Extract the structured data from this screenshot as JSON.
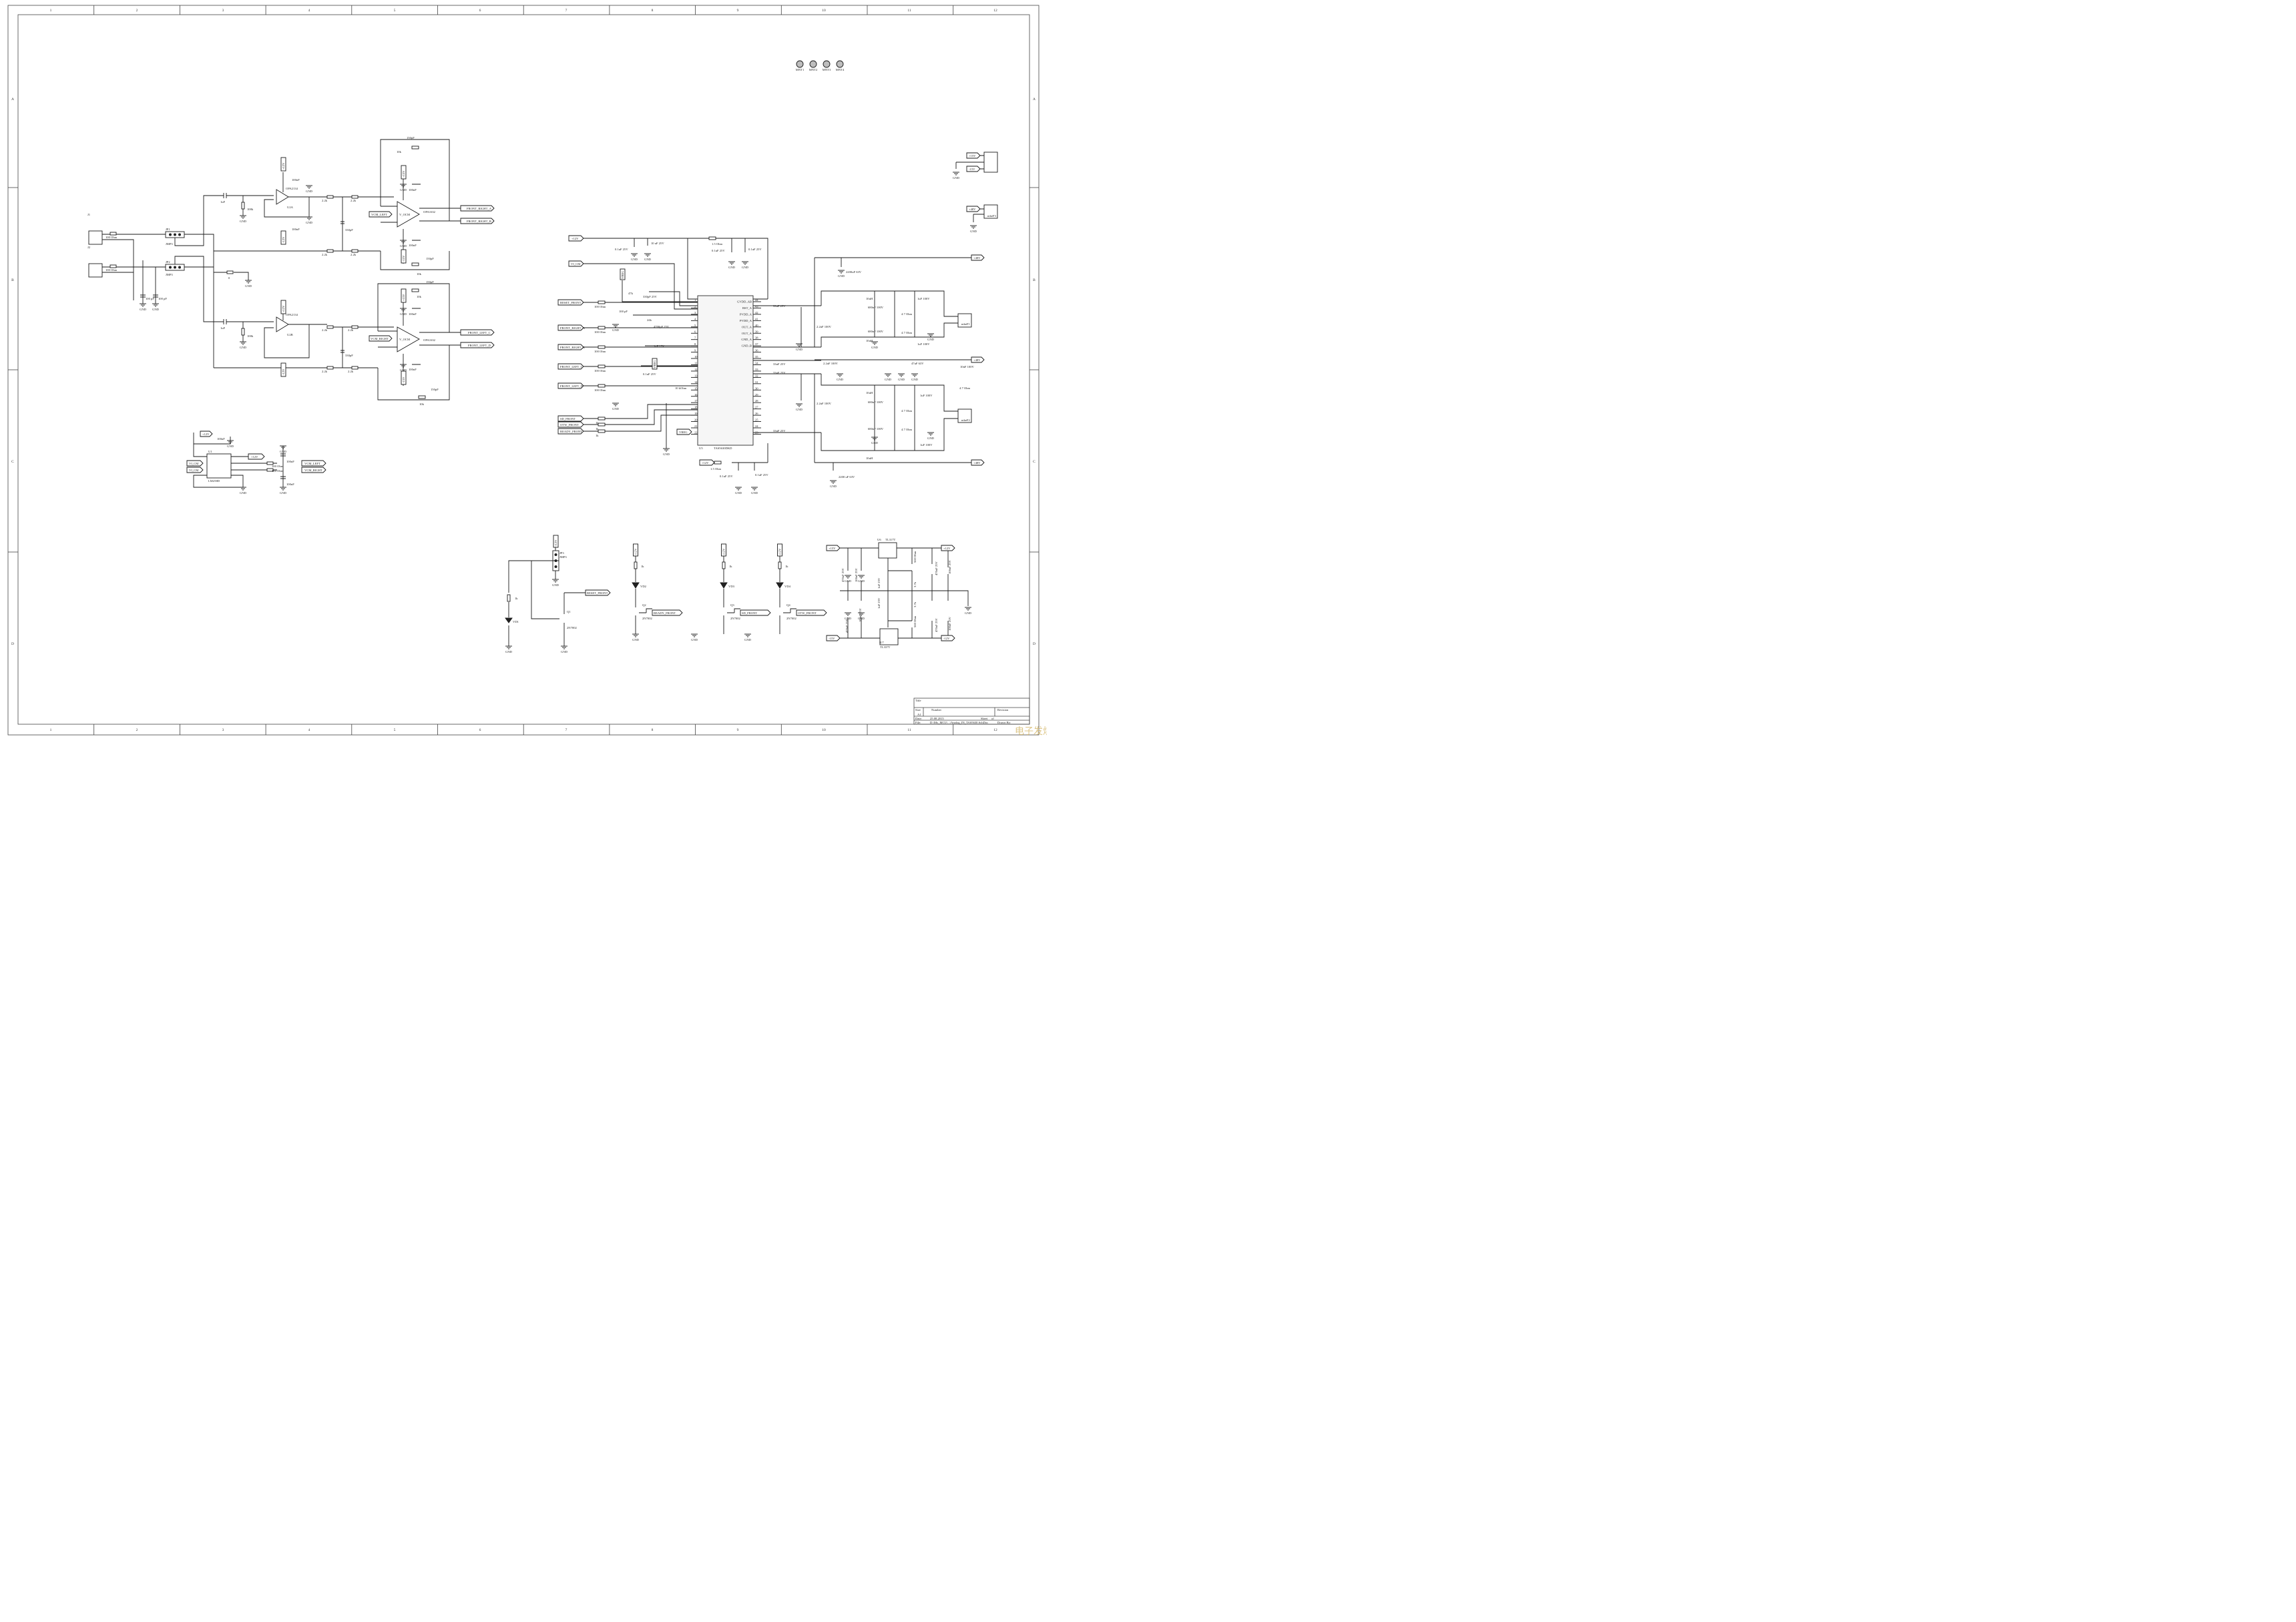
{
  "border": {
    "columns": [
      "1",
      "2",
      "3",
      "4",
      "5",
      "6",
      "7",
      "8",
      "9",
      "10",
      "11",
      "12"
    ],
    "rows": [
      "A",
      "B",
      "C",
      "D"
    ]
  },
  "mounting_holes": [
    "MNT1",
    "MNT2",
    "MNT3",
    "MNT4"
  ],
  "title_block": {
    "title_label": "Title",
    "size_label": "Size",
    "size_value": "A1",
    "number_label": "Number",
    "revision_label": "Revision",
    "date_label": "Date:",
    "date_value": "25.08.2015",
    "sheet_label": "Sheet",
    "of_label": "of",
    "file_label": "File:",
    "file_value": "D:\\My_MCU\\...\\Analog_IN_TAS5630.SchDoc",
    "drawn_label": "Drawn By:"
  },
  "input_section": {
    "connector_labels": [
      "J1",
      "J2"
    ],
    "jumpers": [
      {
        "ref": "JP1",
        "name": "JMP3"
      },
      {
        "ref": "JP2",
        "name": "JMP3"
      }
    ],
    "resistors": [
      {
        "ref": "R1",
        "value": "100 Ohm"
      },
      {
        "ref": "R2",
        "value": "100 Ohm"
      },
      {
        "ref": "R3",
        "value": "0"
      },
      {
        "ref": "R4",
        "value": "100k"
      },
      {
        "ref": "R5",
        "value": "100k"
      }
    ],
    "caps": [
      {
        "ref": "C1",
        "value": "100 pF"
      },
      {
        "ref": "C2",
        "value": "100 pF"
      },
      {
        "ref": "C4",
        "value": "1uF"
      },
      {
        "ref": "C5",
        "value": "1uF"
      }
    ]
  },
  "opamp_stage": {
    "buffers": [
      {
        "ref": "U2A",
        "part": "OPA2134"
      },
      {
        "ref": "U2B",
        "part": "OPA2134"
      }
    ],
    "diff_drivers": [
      {
        "ref": "U3",
        "part": "OPA1632",
        "vcm": "VCM_LEFT",
        "out_pos": "FRONT_RIGHT_A",
        "out_neg": "FRONT_RIGHT_B"
      },
      {
        "ref": "U4",
        "part": "OPA1632",
        "vcm": "VCM_RIGHT",
        "out_pos": "FRONT_LEFT_C",
        "out_neg": "FRONT_LEFT_D"
      }
    ],
    "resistor_values": [
      "2.2k",
      "2.2k",
      "2.2k",
      "2.2k",
      "2.2k",
      "2.2k",
      "2.2k",
      "2.2k",
      "10k",
      "10k",
      "10k",
      "10k"
    ],
    "cap_values": [
      "150pF",
      "150pF",
      "150pF",
      "150pF",
      "330pF",
      "330pF",
      "100nF",
      "100nF",
      "100nF",
      "100nF",
      "100nF",
      "100nF"
    ],
    "rails": [
      "+12V",
      "-12V",
      "+15V",
      "-15V"
    ],
    "gnd": "GND"
  },
  "vcm_generator": {
    "ref": "U1",
    "part": "LM258D",
    "rail": "+12V",
    "inputs": [
      "VI_CM",
      "VI_CM"
    ],
    "outputs": [
      "VCM_LEFT",
      "VCM_RIGHT"
    ],
    "values": [
      "100nF",
      "100nF",
      "100nF",
      "100 Ohm",
      "100 Ohm"
    ]
  },
  "amplifier": {
    "ref": "U5",
    "part": "TAS5630DKD",
    "supply_label": "+12V",
    "vi_cm": "VI_CM",
    "vreg": "VREG",
    "inputs": [
      "RESET_FRONT",
      "FRONT_RIGHT_A",
      "FRONT_RIGHT_B",
      "FRONT_LEFT_C",
      "FRONT_LEFT_D"
    ],
    "status": [
      "SD_FRONT",
      "OTW_FRONT",
      "READY_FRONT"
    ],
    "right_pins": [
      {
        "num": "44",
        "name": "GVDD_AB"
      },
      {
        "num": "43",
        "name": "BST_A"
      },
      {
        "num": "42",
        "name": "PVDD_A"
      },
      {
        "num": "41",
        "name": "PVDD_A"
      },
      {
        "num": "40",
        "name": "OUT_A"
      },
      {
        "num": "39",
        "name": "OUT_A"
      },
      {
        "num": "38",
        "name": "GND_A"
      },
      {
        "num": "37",
        "name": "GND_B"
      },
      {
        "num": "36",
        "name": ""
      },
      {
        "num": "35",
        "name": ""
      },
      {
        "num": "34",
        "name": ""
      },
      {
        "num": "33",
        "name": ""
      },
      {
        "num": "32",
        "name": ""
      },
      {
        "num": "31",
        "name": ""
      },
      {
        "num": "30",
        "name": ""
      },
      {
        "num": "29",
        "name": ""
      },
      {
        "num": "28",
        "name": ""
      },
      {
        "num": "27",
        "name": ""
      },
      {
        "num": "26",
        "name": ""
      },
      {
        "num": "25",
        "name": ""
      },
      {
        "num": "24",
        "name": ""
      },
      {
        "num": "23",
        "name": ""
      }
    ],
    "left_pins": [
      "1",
      "2",
      "3",
      "4",
      "5",
      "6",
      "7",
      "8",
      "9",
      "10",
      "11",
      "12",
      "13",
      "14",
      "15",
      "16",
      "17",
      "18",
      "19",
      "20",
      "21",
      "22"
    ],
    "support_values": [
      "0.1uF 25V",
      "10 uF 25V",
      "1.5 Ohm",
      "0.1uF 25V",
      "0.1uF 25V",
      "47k",
      "330pF 25V",
      "100 pF",
      "24k",
      "4700pF 25V",
      "1uF 25V",
      "0.1uF 25V",
      "10 kOhm",
      "100 Ohm",
      "100 Ohm",
      "100 Ohm",
      "100 Ohm",
      "1k",
      "1k",
      "1k",
      "33nF 25V",
      "33nF 25V",
      "33nF 25V",
      "33nF 25V"
    ]
  },
  "output_stage": {
    "rail": "+48V",
    "bulk_caps": [
      "2200uF 63V",
      "2200 uF 63V"
    ],
    "inductors": [
      "10uH",
      "10uH",
      "10uH",
      "10uH"
    ],
    "caps": [
      "680nF 100V",
      "680nF 100V",
      "680nF 100V",
      "680nF 100V",
      "1uF 100V",
      "1uF 100V",
      "1uF 100V",
      "1uF 100V",
      "2.2uF 100V",
      "2.2uF 100V",
      "2.2uF 100V",
      "10nF 100V",
      "47uF 63V"
    ],
    "resistors": [
      "4.7 Ohm",
      "4.7 Ohm",
      "4.7 Ohm",
      "4.7 Ohm",
      "4.7 Ohm"
    ],
    "speaker_outputs": [
      "mbeF1",
      "mbeF2"
    ],
    "power_connectors": [
      {
        "labels": [
          "+15V",
          "-15V"
        ]
      },
      {
        "labels": [
          "+48V"
        ],
        "name": "mbeF3"
      }
    ]
  },
  "status_leds": [
    {
      "ref": "VD1",
      "res": "1k",
      "fet": "Q1",
      "fet_part": "2N7002",
      "net": "RESET_FRONT",
      "jumper": "JP3",
      "jumper_name": "JMP3",
      "rail": "+12V"
    },
    {
      "ref": "VD2",
      "res": "1k",
      "fet": "Q2",
      "fet_part": "2N7002",
      "net": "READY_FRONT",
      "rail": "+12V"
    },
    {
      "ref": "VD3",
      "res": "1k",
      "fet": "Q3",
      "fet_part": "2N7002",
      "net": "SD_FRONT",
      "rail": "+12V"
    },
    {
      "ref": "VD4",
      "res": "1k",
      "fet": "Q4",
      "fet_part": "2N7002",
      "net": "OTW_FRONT",
      "rail": "+12V"
    }
  ],
  "regulators": [
    {
      "ref": "U6",
      "part": "TL317T",
      "in": "+15V",
      "out": "+12V"
    },
    {
      "ref": "U7",
      "part": "TL337T",
      "in": "-15V",
      "out": "-12V"
    }
  ],
  "regulator_values": [
    "470uF 25V",
    "100nF 25V",
    "560 Ohm",
    "3.7k",
    "1uF 25V",
    "470uF 25V",
    "100nF 25V",
    "560 Ohm",
    "3.7k",
    "1uF 25V",
    "470uF 25V",
    "100nF 25V",
    "470uF 25V",
    "100nF 25V"
  ],
  "watermark": "电子发烧友"
}
